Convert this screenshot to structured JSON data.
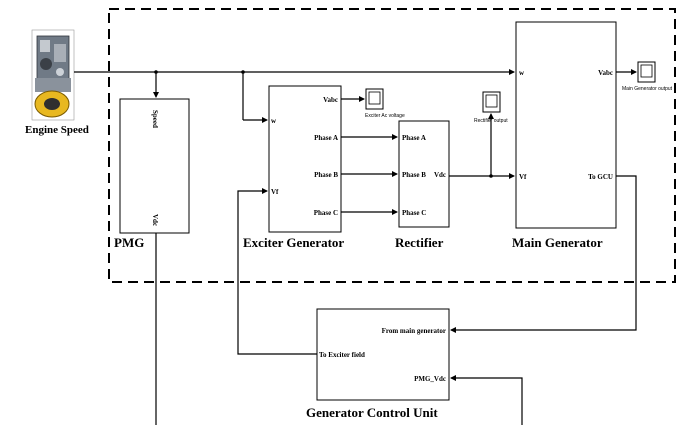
{
  "engine": {
    "label": "Engine  Speed"
  },
  "pmg": {
    "label": "PMG",
    "ports": {
      "speed": "Speed",
      "vdc": "Vdc"
    }
  },
  "exciter": {
    "label": "Exciter Generator",
    "ports": {
      "w": "w",
      "vf": "Vf",
      "vabc": "Vabc",
      "phase_a": "Phase A",
      "phase_b": "Phase B",
      "phase_c": "Phase C"
    },
    "scope_label": "Exciter Ac voltage"
  },
  "rectifier": {
    "label": "Rectifier",
    "ports": {
      "phase_a": "Phase A",
      "phase_b": "Phase B",
      "phase_c": "Phase C",
      "vdc": "Vdc"
    },
    "scope_label": "Rectifier output"
  },
  "main_gen": {
    "label": "Main Generator",
    "ports": {
      "w": "w",
      "vf": "Vf",
      "vabc": "Vabc",
      "to_gcu": "To GCU"
    },
    "scope_label": "Main Generator output"
  },
  "gcu": {
    "label": "Generator Control Unit",
    "ports": {
      "from_main": "From main generator",
      "to_exciter": "To Exciter field",
      "pmg_vdc": "PMG_Vdc"
    }
  }
}
